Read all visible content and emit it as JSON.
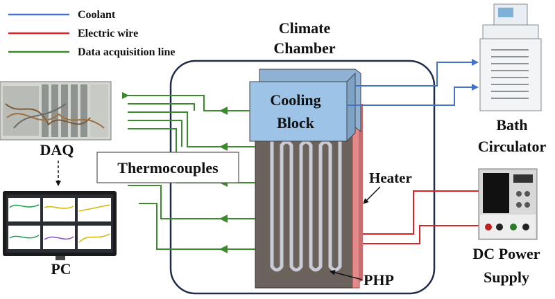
{
  "legend": {
    "items": [
      {
        "label": "Coolant",
        "color": "#4472c4"
      },
      {
        "label": "Electric wire",
        "color": "#e02020"
      },
      {
        "label": "Data acquisition line",
        "color": "#3c8a2e"
      }
    ]
  },
  "labels": {
    "climate_chamber_line1": "Climate",
    "climate_chamber_line2": "Chamber",
    "cooling_block_line1": "Cooling",
    "cooling_block_line2": "Block",
    "thermocouples": "Thermocouples",
    "heater": "Heater",
    "php": "PHP",
    "daq": "DAQ",
    "pc": "PC",
    "bath_circulator_line1": "Bath",
    "bath_circulator_line2": "Circulator",
    "dc_power_line1": "DC Power",
    "dc_power_line2": "Supply"
  },
  "colors": {
    "coolant": "#4472c4",
    "electric": "#e02020",
    "data_line": "#3c8a2e",
    "chamber_border": "#1f2d4a",
    "cooling_block": "#9dc3e6",
    "php_body": "#6b625c",
    "heater": "#e58a8a"
  }
}
